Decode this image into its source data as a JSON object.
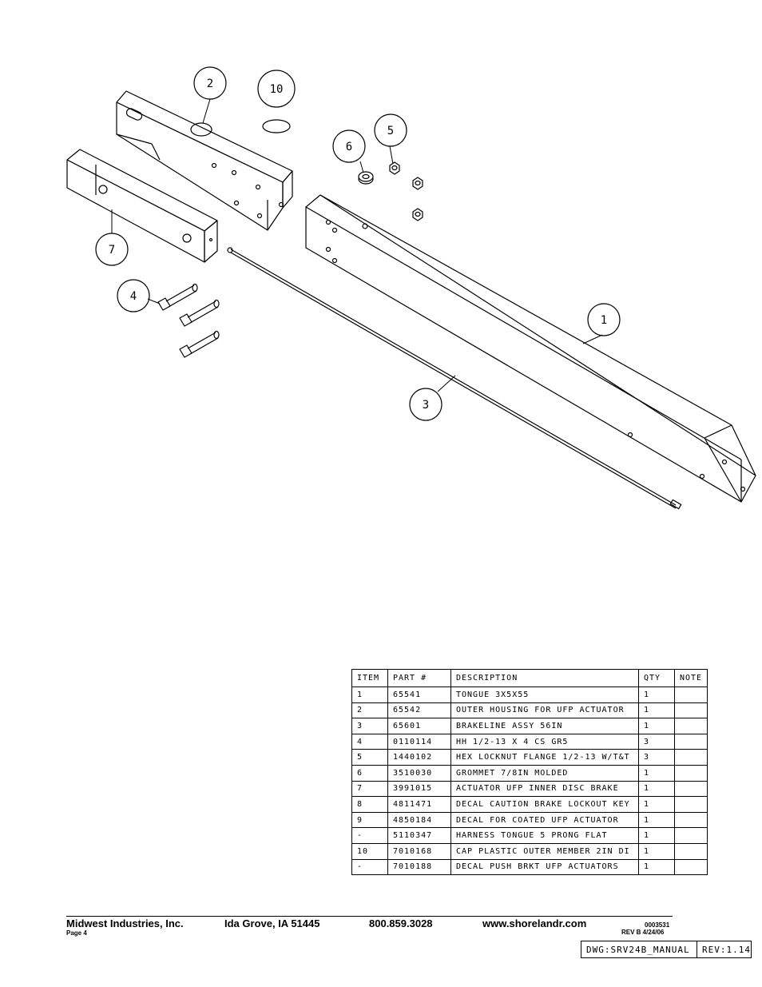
{
  "callouts": [
    {
      "id": "callout-1",
      "label": "1"
    },
    {
      "id": "callout-2",
      "label": "2"
    },
    {
      "id": "callout-3",
      "label": "3"
    },
    {
      "id": "callout-4",
      "label": "4"
    },
    {
      "id": "callout-5",
      "label": "5"
    },
    {
      "id": "callout-6",
      "label": "6"
    },
    {
      "id": "callout-7",
      "label": "7"
    },
    {
      "id": "callout-10",
      "label": "10"
    }
  ],
  "bom": {
    "headers": {
      "item": "ITEM",
      "part": "PART #",
      "description": "DESCRIPTION",
      "qty": "QTY",
      "note": "NOTE"
    },
    "rows": [
      {
        "item": "1",
        "part": "65541",
        "description": "TONGUE 3X5X55",
        "qty": "1",
        "note": ""
      },
      {
        "item": "2",
        "part": "65542",
        "description": "OUTER HOUSING FOR UFP ACTUATOR",
        "qty": "1",
        "note": ""
      },
      {
        "item": "3",
        "part": "65601",
        "description": "BRAKELINE ASSY  56IN",
        "qty": "1",
        "note": ""
      },
      {
        "item": "4",
        "part": "0110114",
        "description": "HH 1/2-13 X 4 CS GR5",
        "qty": "3",
        "note": ""
      },
      {
        "item": "5",
        "part": "1440102",
        "description": "HEX LOCKNUT FLANGE 1/2-13 W/T&T",
        "qty": "3",
        "note": ""
      },
      {
        "item": "6",
        "part": "3510030",
        "description": "GROMMET  7/8IN MOLDED",
        "qty": "1",
        "note": ""
      },
      {
        "item": "7",
        "part": "3991015",
        "description": "ACTUATOR UFP INNER  DISC BRAKE",
        "qty": "1",
        "note": ""
      },
      {
        "item": "8",
        "part": "4811471",
        "description": "DECAL CAUTION BRAKE LOCKOUT KEY",
        "qty": "1",
        "note": ""
      },
      {
        "item": "9",
        "part": "4850184",
        "description": "DECAL FOR COATED UFP ACTUATOR",
        "qty": "1",
        "note": ""
      },
      {
        "item": "-",
        "part": "5110347",
        "description": "HARNESS  TONGUE 5 PRONG FLAT",
        "qty": "1",
        "note": ""
      },
      {
        "item": "10",
        "part": "7010168",
        "description": "CAP  PLASTIC OUTER MEMBER 2IN DI",
        "qty": "1",
        "note": ""
      },
      {
        "item": "-",
        "part": "7010188",
        "description": "DECAL PUSH BRKT UFP ACTUATORS",
        "qty": "1",
        "note": ""
      }
    ]
  },
  "footer": {
    "company": "Midwest Industries, Inc.",
    "location": "Ida Grove, IA  51445",
    "phone": "800.859.3028",
    "website": "www.shorelandr.com",
    "doc_number": "0003531",
    "revision": "REV B  4/24/06",
    "page": "Page 4"
  },
  "drawing_box": {
    "dwg": "DWG:SRV24B_MANUAL",
    "rev": "REV:1.14"
  }
}
